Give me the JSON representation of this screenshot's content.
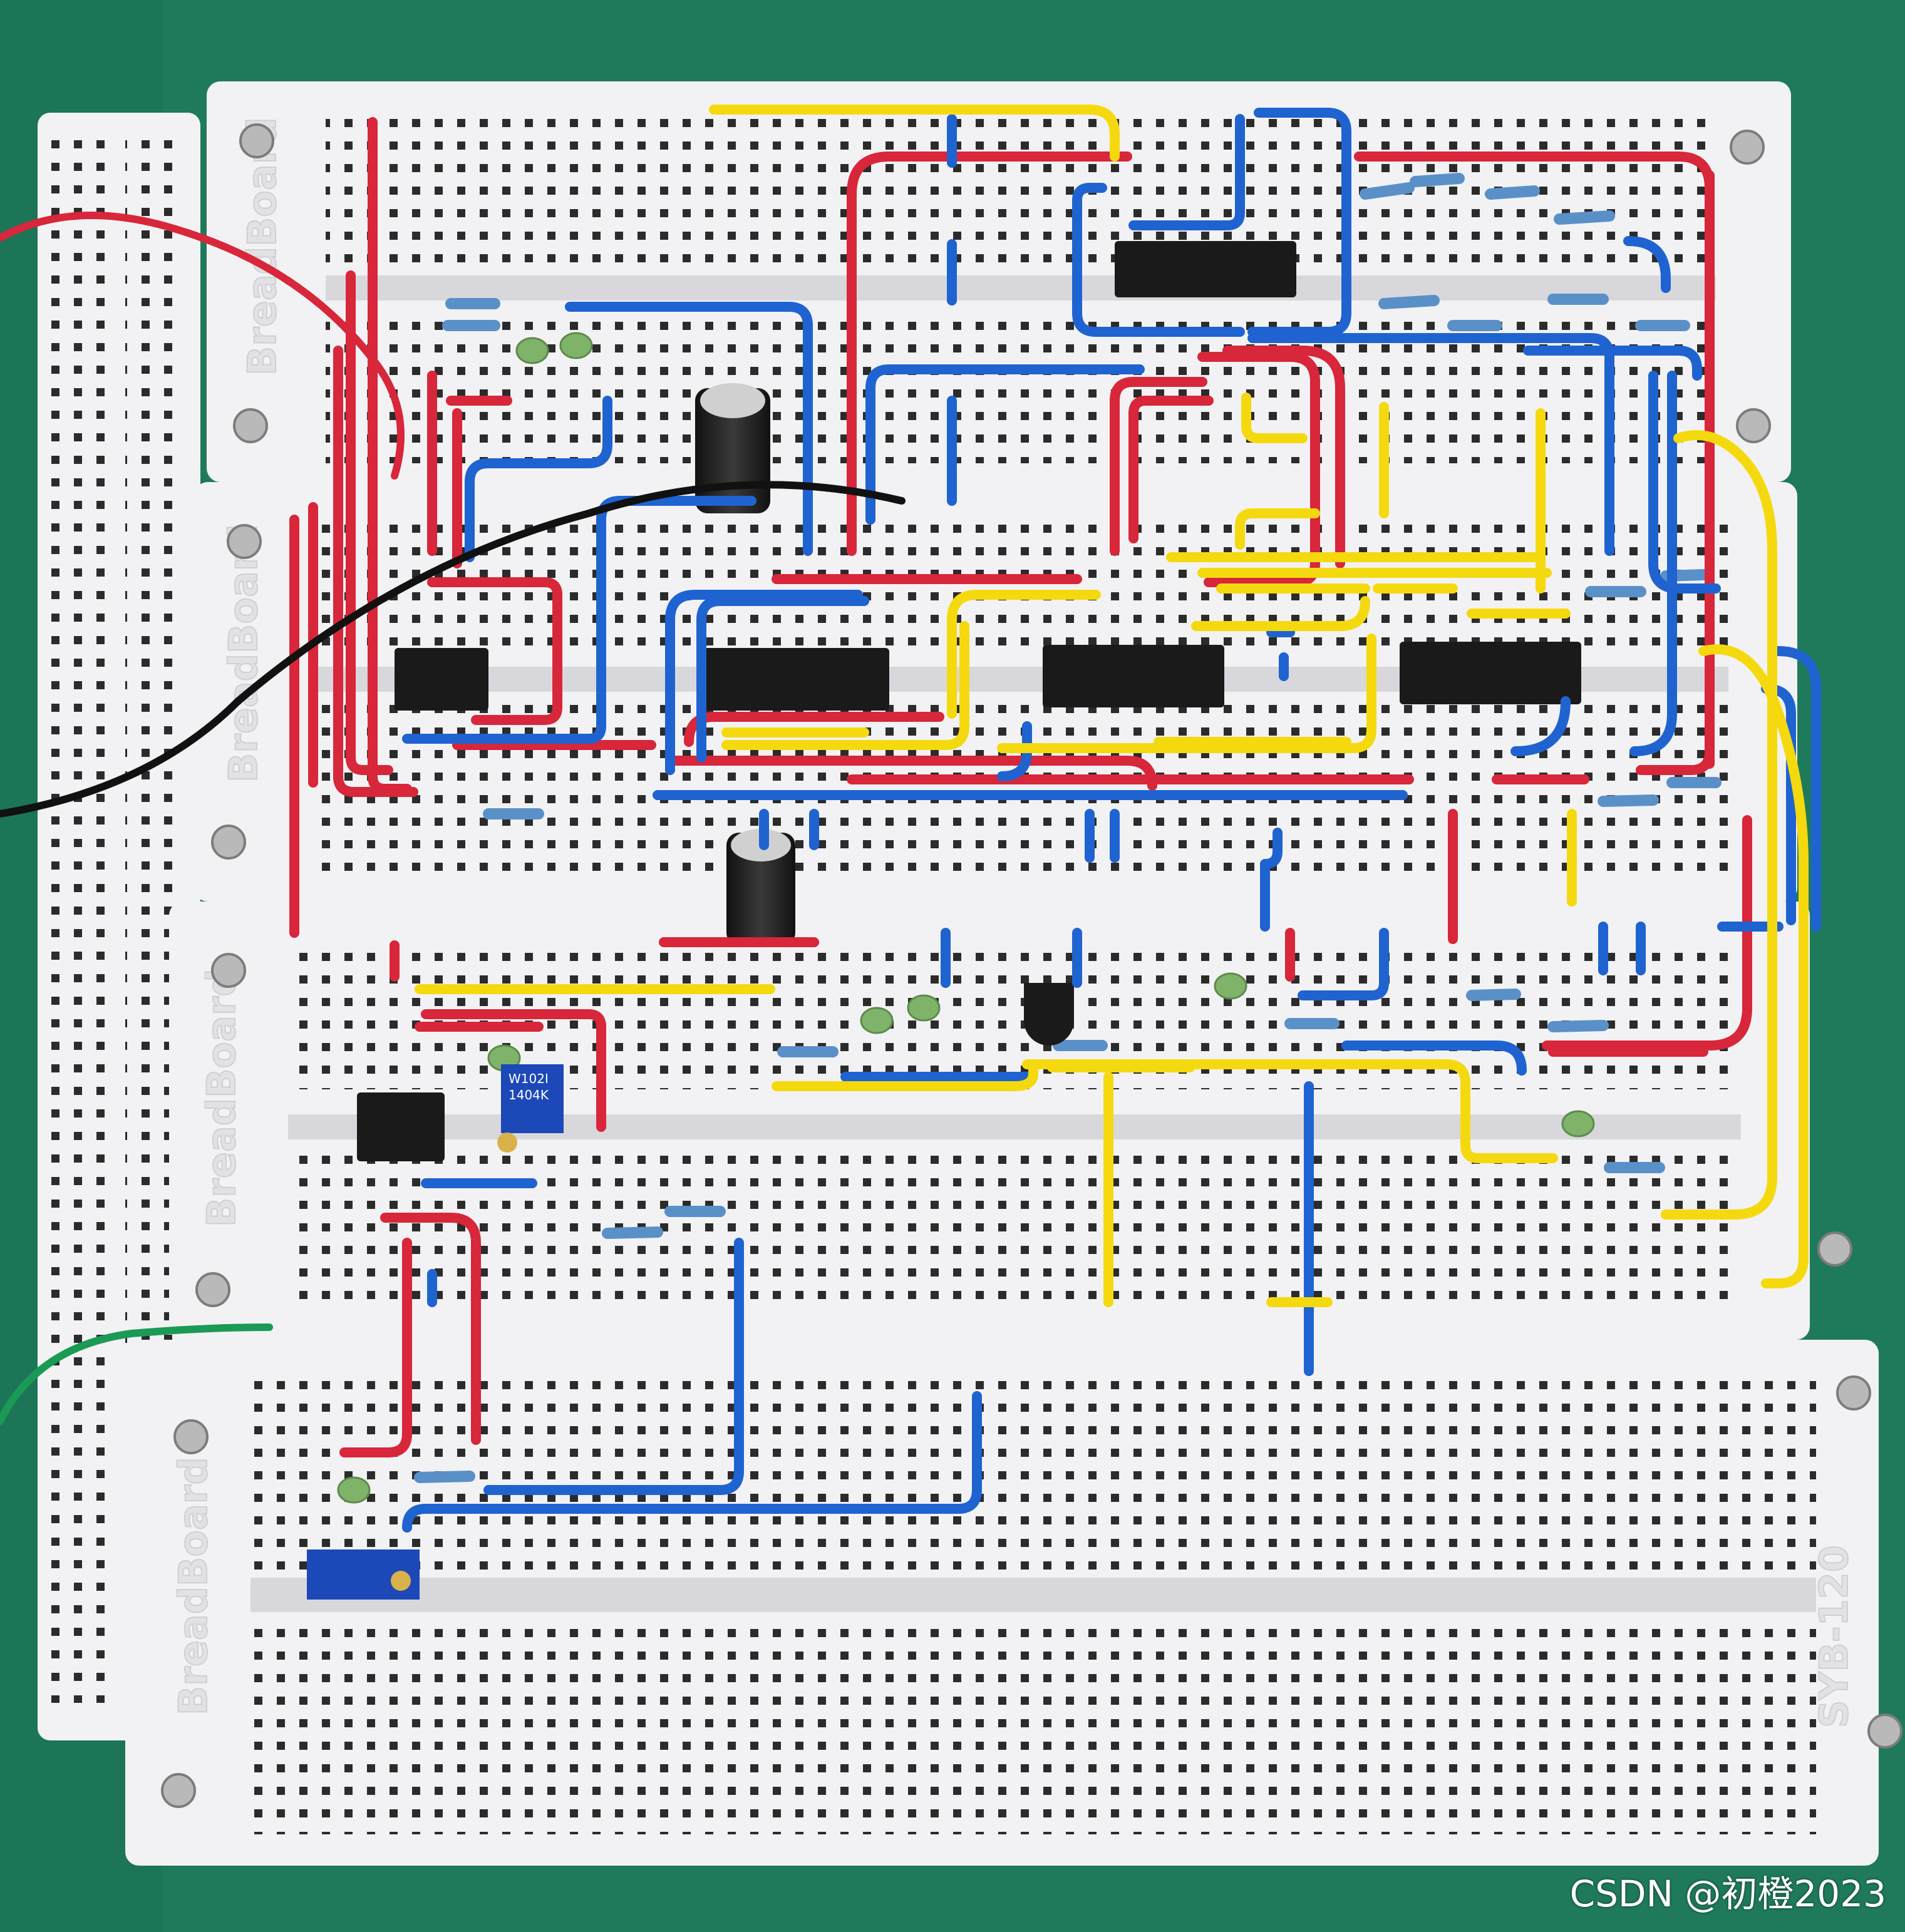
{
  "image": {
    "subject": "Breadboard circuit with ICs, resistors, capacitors and jumper wires",
    "colors": {
      "mat": "#1f7a5c",
      "board": "#f2f2f4",
      "board_shadow": "#d8d8dc",
      "hole": "#2b2b2b",
      "wire_red": "#d8263a",
      "wire_blue": "#1f63d1",
      "wire_yellow": "#f5d90f",
      "wire_black": "#111111",
      "wire_green": "#1a9a55",
      "chip": "#1a1a1a",
      "resistor": "#5a90c8",
      "capacitor_ceramic": "#7fb36a",
      "trimmer": "#1c48b8"
    }
  },
  "boards": [
    {
      "label": "BreadBoard"
    },
    {
      "label": "BreadBoard"
    },
    {
      "label": "BreadBoard"
    },
    {
      "label": "BreadBoard"
    }
  ],
  "board_model_label": "SYB-120",
  "trimmer_label_1": "W102I",
  "trimmer_label_2": "1404K",
  "watermark": "CSDN @初橙2023"
}
